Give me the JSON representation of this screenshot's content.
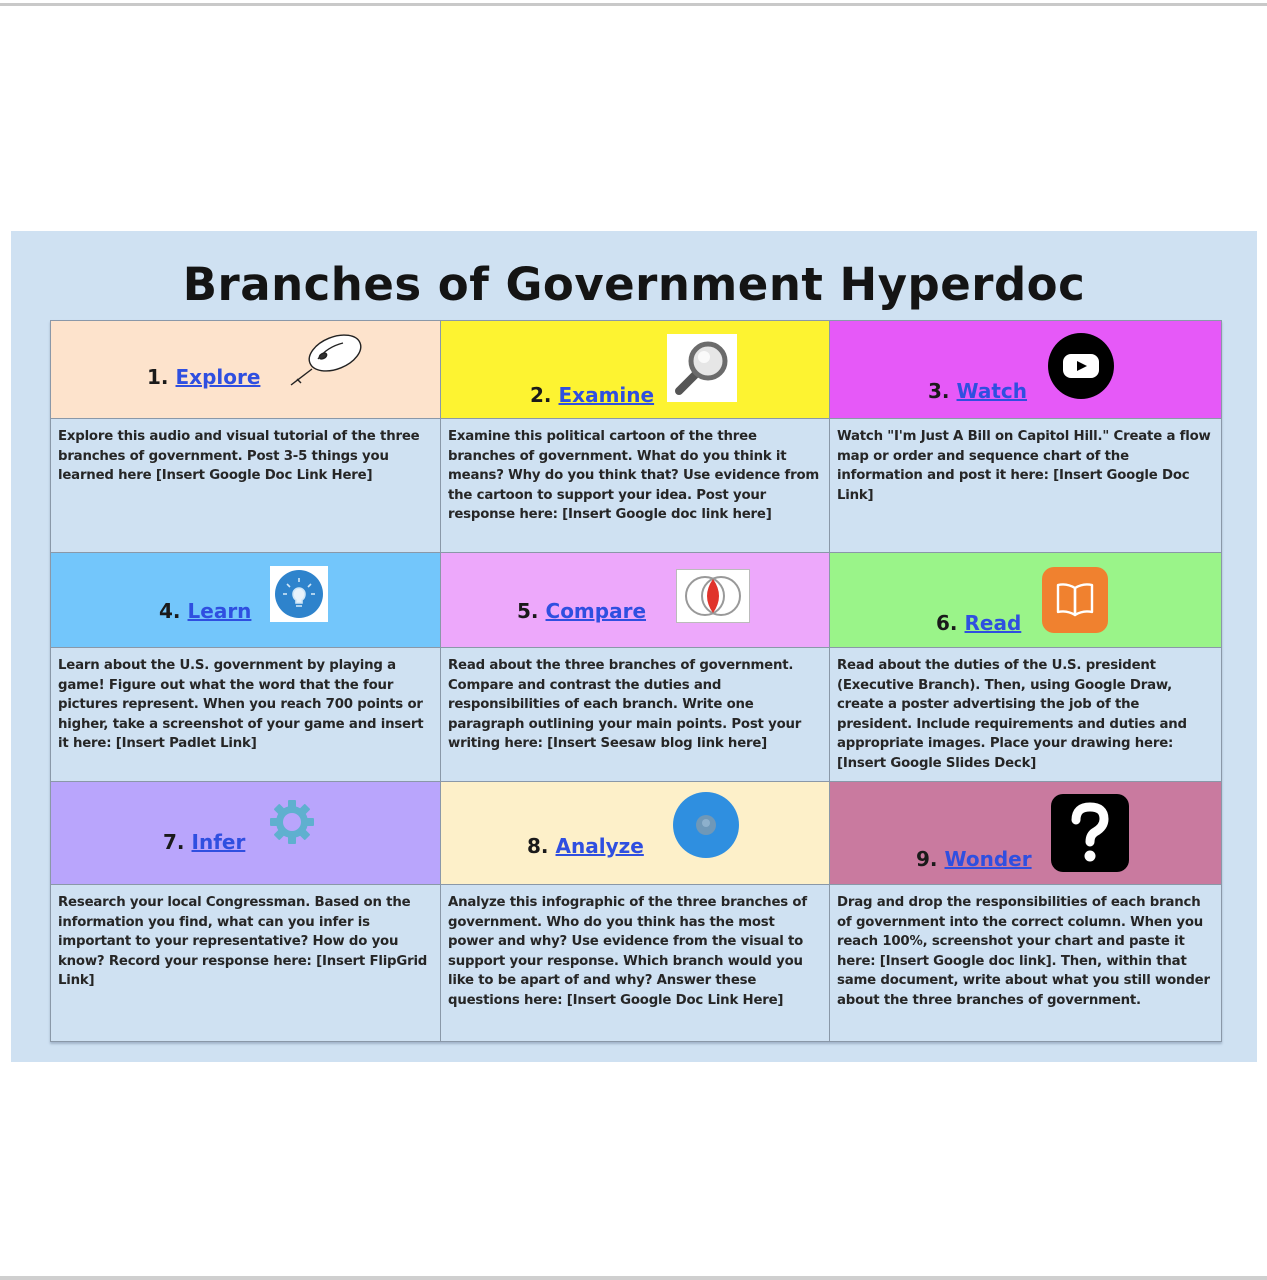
{
  "document": {
    "title": "Branches of Government Hyperdoc",
    "colors": {
      "panel_background": "#cfe1f2",
      "link": "#2f4fe0"
    },
    "activities": [
      {
        "number": "1.",
        "label": "Explore",
        "icon": "computer-mouse-icon",
        "header_color": "#fde3cc",
        "description": "Explore this audio and visual tutorial of the three branches of government. Post 3-5 things you learned here [Insert Google Doc Link Here]"
      },
      {
        "number": "2.",
        "label": "Examine",
        "icon": "magnifying-glass-icon",
        "header_color": "#fdf331",
        "description": "Examine this political cartoon of the three branches of government.  What do you think it means? Why do you think that? Use evidence from the cartoon to support your idea.  Post your response here: [Insert Google doc link here]"
      },
      {
        "number": "3.",
        "label": "Watch",
        "icon": "youtube-play-icon",
        "header_color": "#e659f8",
        "description": "Watch \"I'm Just A Bill on Capitol Hill.\" Create a flow map or order and sequence chart of the information and post it here: [Insert Google Doc Link]"
      },
      {
        "number": "4.",
        "label": "Learn",
        "icon": "lightbulb-icon",
        "header_color": "#73c6fb",
        "description": "Learn about the U.S. government by playing a game! Figure out what the word that the four pictures represent. When you reach 700 points or higher, take a screenshot of your game and insert it here: [Insert Padlet Link]"
      },
      {
        "number": "5.",
        "label": "Compare",
        "icon": "venn-diagram-icon",
        "header_color": "#eda8fb",
        "description": "Read about the three branches of government.  Compare and contrast the duties and responsibilities of each branch. Write one paragraph outlining your main points.  Post your writing here: [Insert Seesaw blog link here]"
      },
      {
        "number": "6.",
        "label": "Read",
        "icon": "open-book-icon",
        "header_color": "#9af489",
        "description": "Read about the duties of the U.S. president (Executive Branch).  Then, using Google Draw, create a poster advertising the job of the president.  Include requirements and duties and appropriate images. Place your drawing here: [Insert Google Slides Deck]"
      },
      {
        "number": "7.",
        "label": "Infer",
        "icon": "gear-icon",
        "header_color": "#b9a5fc",
        "description": "Research your local Congressman.  Based on the information you find, what can you infer is important to your representative? How do you know? Record your response here: [Insert FlipGrid Link]"
      },
      {
        "number": "8.",
        "label": "Analyze",
        "icon": "analyze-circle-icon",
        "header_color": "#fdf0c9",
        "description": "Analyze this infographic of the three branches of government.  Who do you think has the most power and why? Use evidence from the visual to support your response. Which branch would you like to be apart of and why? Answer these questions here: [Insert Google Doc Link Here]"
      },
      {
        "number": "9.",
        "label": "Wonder",
        "icon": "question-mark-icon",
        "header_color": "#c97a9f",
        "description": "Drag and drop the responsibilities of each branch of government into the correct column.  When you reach 100%, screenshot your chart and paste it here: [Insert Google doc link]. Then, within that same document, write about what you still wonder about the three branches of government."
      }
    ]
  }
}
